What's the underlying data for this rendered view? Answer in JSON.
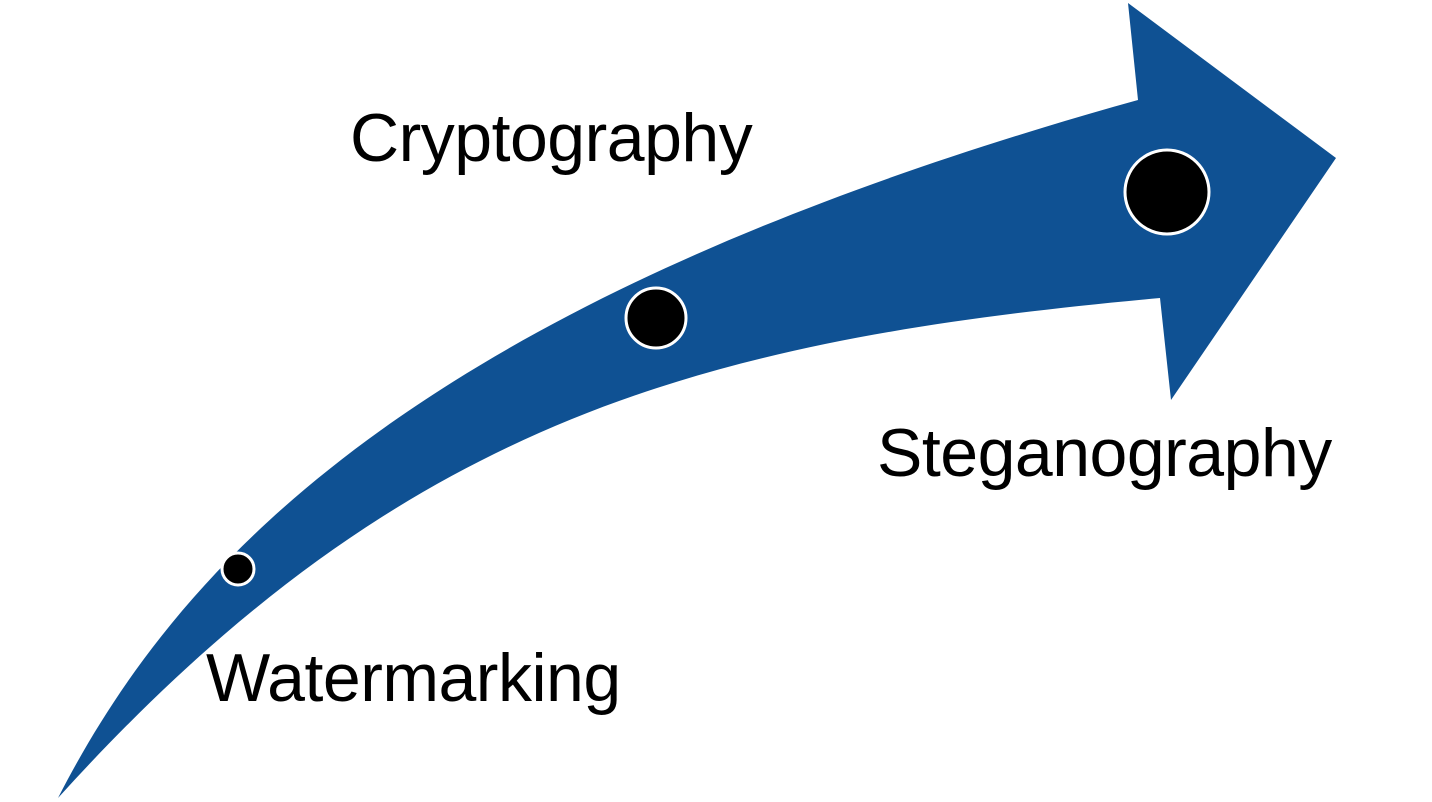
{
  "colors": {
    "arrow_fill": "#0f5193",
    "marker_fill": "#000000",
    "marker_outline": "#ffffff",
    "label_text": "#000000",
    "background": "#ffffff"
  },
  "stages": [
    {
      "label": "Watermarking",
      "marker_level": "small"
    },
    {
      "label": "Cryptography",
      "marker_level": "medium"
    },
    {
      "label": "Steganography",
      "marker_level": "large"
    }
  ]
}
